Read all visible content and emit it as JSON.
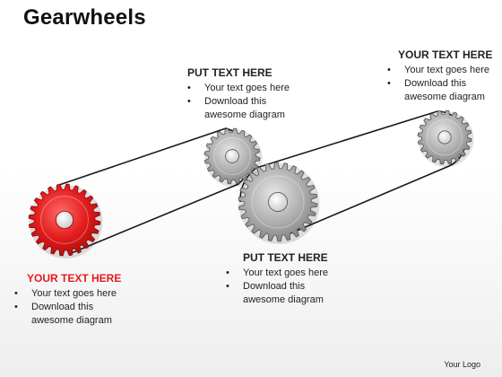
{
  "title": "Gearwheels",
  "callouts": {
    "top_middle": {
      "heading": "PUT TEXT HERE",
      "bullets": [
        "Your text goes here",
        "Download this awesome diagram"
      ]
    },
    "top_right": {
      "heading": "YOUR TEXT HERE",
      "bullets": [
        "Your text goes here",
        "Download this awesome diagram"
      ]
    },
    "bottom_middle": {
      "heading": "PUT TEXT HERE",
      "bullets": [
        "Your text goes here",
        "Download this awesome diagram"
      ]
    },
    "bottom_left": {
      "heading": "YOUR TEXT HERE",
      "bullets": [
        "Your text goes here",
        "Download this awesome diagram"
      ]
    }
  },
  "logo": "Your Logo",
  "colors": {
    "accent_gear": "#e31c1c",
    "gray_gear": "#9a9a9a",
    "belt": "#1a1a1a"
  }
}
